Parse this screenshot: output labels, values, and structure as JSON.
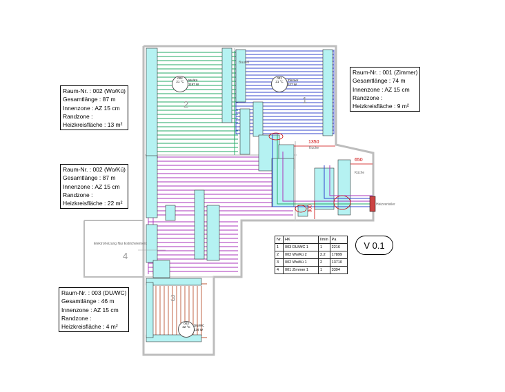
{
  "rooms": [
    {
      "id": "1",
      "raum_nr": "Raum-Nr. : 001 (Zimmer)",
      "gesamtlaenge": "Gesamtlänge : 74 m",
      "innenzone": "Innenzone : AZ 15 cm",
      "randzone": "Randzone :",
      "flaeche": "Heizkreisfläche : 9 m²"
    },
    {
      "id": "2a",
      "raum_nr": "Raum-Nr. : 002 (Wo/Kü)",
      "gesamtlaenge": "Gesamtlänge : 87 m",
      "innenzone": "Innenzone : AZ 15 cm",
      "randzone": "Randzone :",
      "flaeche": "Heizkreisfläche : 13 m²"
    },
    {
      "id": "2b",
      "raum_nr": "Raum-Nr. : 002 (Wo/Kü)",
      "gesamtlaenge": "Gesamtlänge : 87 m",
      "innenzone": "Innenzone : AZ 15 cm",
      "randzone": "Randzone :",
      "flaeche": "Heizkreisfläche : 22 m²"
    },
    {
      "id": "3",
      "raum_nr": "Raum-Nr. : 003 (DU/WC)",
      "gesamtlaenge": "Gesamtlänge : 46 m",
      "innenzone": "Innenzone : AZ 15 cm",
      "randzone": "Randzone :",
      "flaeche": "Heizkreisfläche : 4 m²"
    }
  ],
  "room_numbers": {
    "r1": "1",
    "r2": "2",
    "r3": "3",
    "r4": "4"
  },
  "controllers": [
    {
      "code": "002",
      "name": "Wo/Kü",
      "temp": "21 °C",
      "power": "1197 W"
    },
    {
      "code": "001",
      "name": "Zimmer",
      "temp": "21 °C",
      "power": "327 W"
    },
    {
      "code": "003",
      "name": "DU/WC",
      "temp": "22 °C",
      "power": "134 W"
    }
  ],
  "labels": {
    "kueche_dim": "1350",
    "kueche_small": "Küche",
    "kueche_label": "Küche",
    "dim650": "650",
    "dim300": "300",
    "verteiler": "Heizverteiler",
    "elektro": "Elektroheizung Nur Estrichelement",
    "zone_top": "Bauteil"
  },
  "version": "V 0.1",
  "table": {
    "headers": [
      "Nr.",
      "HK",
      "l/min",
      "Pa"
    ],
    "rows": [
      [
        "1",
        "003  DU/WC 1",
        "1",
        "2216"
      ],
      [
        "2",
        "002  Wo/Kü 2",
        "2.2",
        "17899"
      ],
      [
        "3",
        "002  Wo/Kü 1",
        "2",
        "13710"
      ],
      [
        "4",
        "001  Zimmer 1",
        "1",
        "3394"
      ]
    ]
  },
  "colors": {
    "green": "#22aa66",
    "blue": "#3344cc",
    "purple": "#aa33bb",
    "brown": "#bb5533",
    "cyan": "#99eeee",
    "wall": "#bbbbbb",
    "dim": "#cc0000"
  }
}
